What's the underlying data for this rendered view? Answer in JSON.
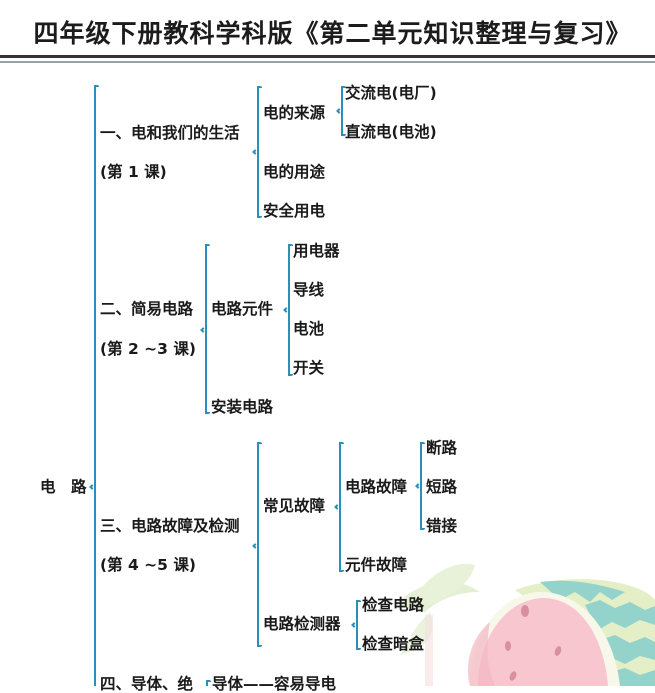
{
  "document": {
    "title": "四年级下册教科学科版《第二单元知识整理与复习》"
  },
  "mindmap": {
    "root": "电　路",
    "sections": [
      {
        "label": "一、电和我们的生活",
        "lesson": "(第 1 课)",
        "children": [
          {
            "label": "电的来源",
            "children": [
              "交流电(电厂)",
              "直流电(电池)"
            ]
          },
          {
            "label": "电的用途"
          },
          {
            "label": "安全用电"
          }
        ]
      },
      {
        "label": "二、简易电路",
        "lesson": "(第 2 ~3 课)",
        "children": [
          {
            "label": "电路元件",
            "children": [
              "用电器",
              "导线",
              "电池",
              "开关"
            ]
          },
          {
            "label": "安装电路"
          }
        ]
      },
      {
        "label": "三、电路故障及检测",
        "lesson": "(第 4 ~5 课)",
        "children": [
          {
            "label": "常见故障",
            "children": [
              {
                "label": "电路故障",
                "children": [
                  "断路",
                  "短路",
                  "错接"
                ]
              },
              {
                "label": "元件故障"
              }
            ]
          },
          {
            "label": "电路检测器",
            "children": [
              "检查电路",
              "检查暗盒"
            ]
          }
        ]
      },
      {
        "label": "四、导体、绝",
        "children": [
          {
            "label": "导体——容易导电"
          }
        ]
      }
    ]
  },
  "colors": {
    "bracket": "#2a8fbd",
    "text": "#1a1a1a",
    "rule_dark": "#333333",
    "rule_light": "#9aa3a3"
  }
}
